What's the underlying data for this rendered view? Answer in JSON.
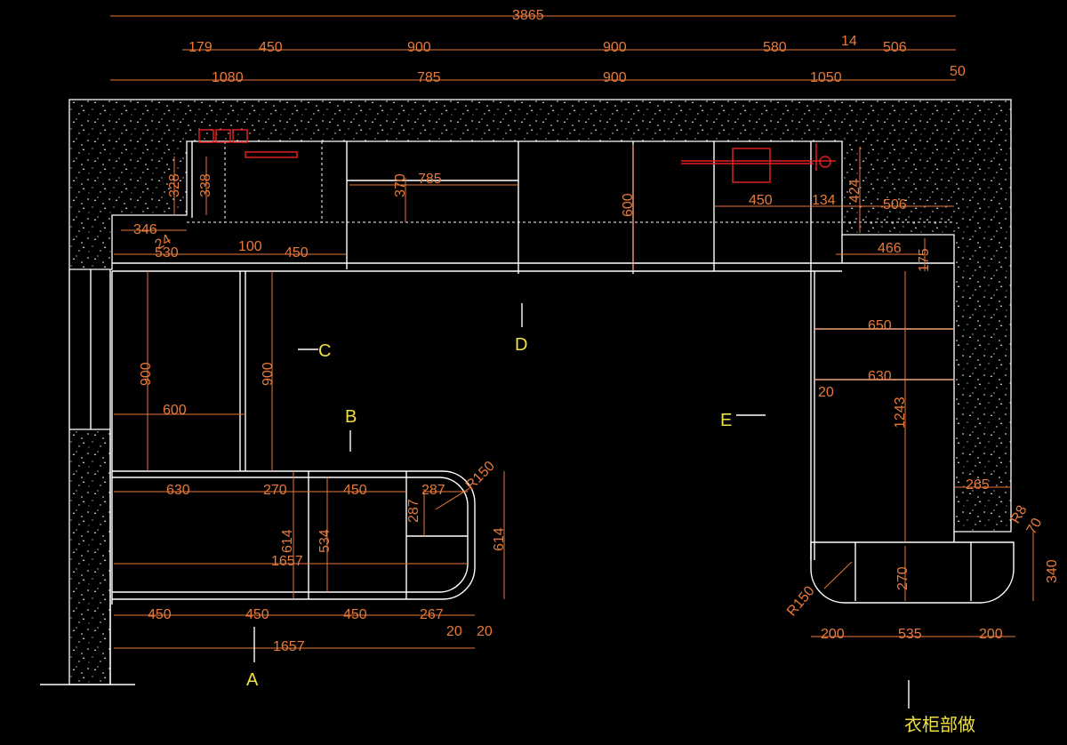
{
  "drawing": {
    "note": "衣柜部做",
    "zones": [
      "A",
      "B",
      "C",
      "D",
      "E"
    ],
    "colors": {
      "background": "#000000",
      "dimension": "#e8793a",
      "label": "#f0e040",
      "line": "#ffffff",
      "fixture": "#e02020"
    },
    "top_dims": {
      "overall": "3865",
      "row2": [
        "179",
        "450",
        "900",
        "900",
        "580",
        "14",
        "506"
      ],
      "row3": [
        "1080",
        "785",
        "900",
        "1050",
        "50"
      ]
    },
    "upper_left": [
      "328",
      "338",
      "346",
      "24",
      "530",
      "100",
      "450"
    ],
    "left_cabinet": [
      "900",
      "900",
      "600"
    ],
    "center": [
      "370",
      "785",
      "600"
    ],
    "right_upper": [
      "450",
      "134",
      "424",
      "506",
      "466",
      "175"
    ],
    "right_side": [
      "650",
      "630",
      "20",
      "1243",
      "265",
      "R8",
      "70",
      "340",
      "270",
      "R150"
    ],
    "right_bottom": [
      "200",
      "535",
      "200"
    ],
    "island": [
      "630",
      "270",
      "450",
      "287",
      "287",
      "R150",
      "614",
      "534",
      "1657",
      "614"
    ],
    "bottom_dims": [
      "450",
      "450",
      "450",
      "267",
      "20",
      "20",
      "1657"
    ]
  }
}
